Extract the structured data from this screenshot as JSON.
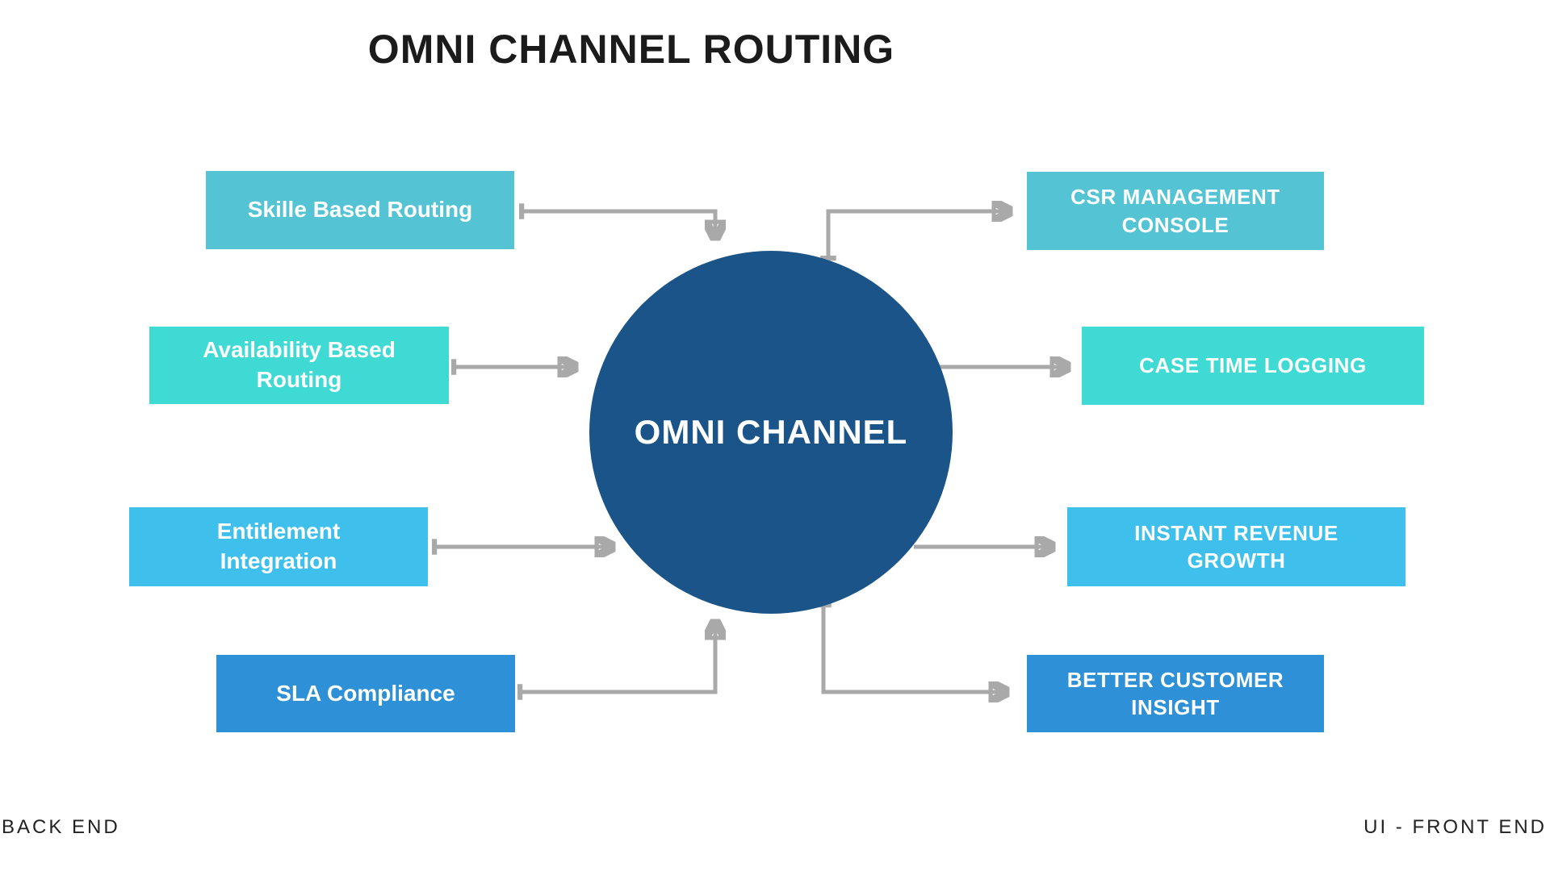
{
  "title": "OMNI CHANNEL ROUTING",
  "center": {
    "label": "OMNI CHANNEL",
    "color": "#1a5488"
  },
  "left_nodes": [
    {
      "label": "Skille Based Routing",
      "color": "#54c4d4"
    },
    {
      "label": "Availability Based\nRouting",
      "color": "#3edad3"
    },
    {
      "label": "Entitlement\nIntegration",
      "color": "#3fbfec"
    },
    {
      "label": "SLA Compliance",
      "color": "#2e90d6"
    }
  ],
  "right_nodes": [
    {
      "label": "CSR MANAGEMENT\nCONSOLE",
      "color": "#54c4d4"
    },
    {
      "label": "CASE TIME LOGGING",
      "color": "#3edad3"
    },
    {
      "label": "INSTANT REVENUE\nGROWTH",
      "color": "#3fbfec"
    },
    {
      "label": "BETTER CUSTOMER\nINSIGHT",
      "color": "#2e90d6"
    }
  ],
  "footer": {
    "left": "BACK END",
    "right": "UI - FRONT END"
  },
  "colors": {
    "arrow": "#a9a9a9",
    "background": "#ffffff",
    "title_text": "#1b1b1b"
  }
}
